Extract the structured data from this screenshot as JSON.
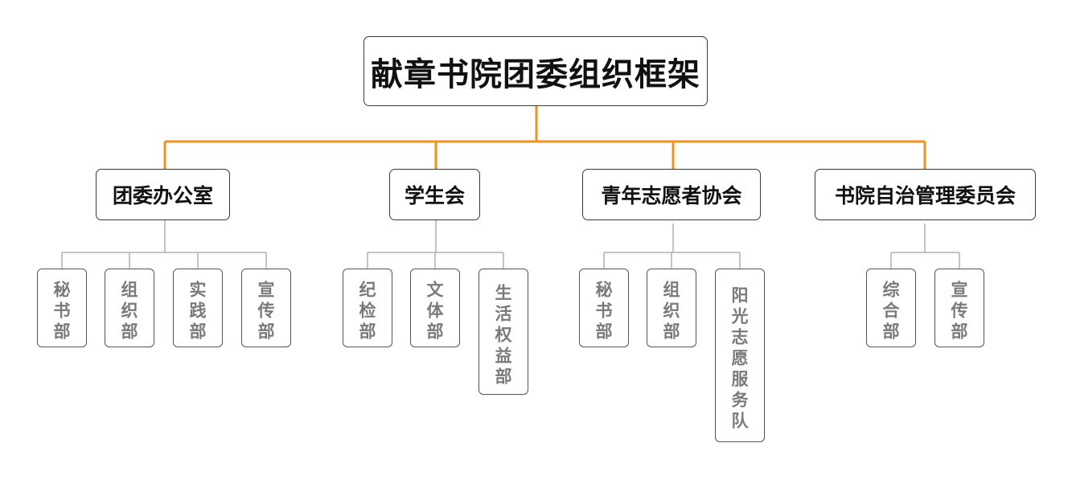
{
  "title": "献章书院团委组织框架",
  "colors": {
    "primary_connector": "#f0921e",
    "secondary_connector": "#b0b0b0",
    "box_border": "#3a3a3a",
    "sub_text": "#7a7a7a"
  },
  "departments": [
    {
      "name": "团委办公室",
      "units": [
        "秘书部",
        "组织部",
        "实践部",
        "宣传部"
      ]
    },
    {
      "name": "学生会",
      "units": [
        "纪检部",
        "文体部",
        "生活权益部"
      ]
    },
    {
      "name": "青年志愿者协会",
      "units": [
        "秘书部",
        "组织部",
        "阳光志愿服务队"
      ]
    },
    {
      "name": "书院自治管理委员会",
      "units": [
        "综合部",
        "宣传部"
      ]
    }
  ]
}
